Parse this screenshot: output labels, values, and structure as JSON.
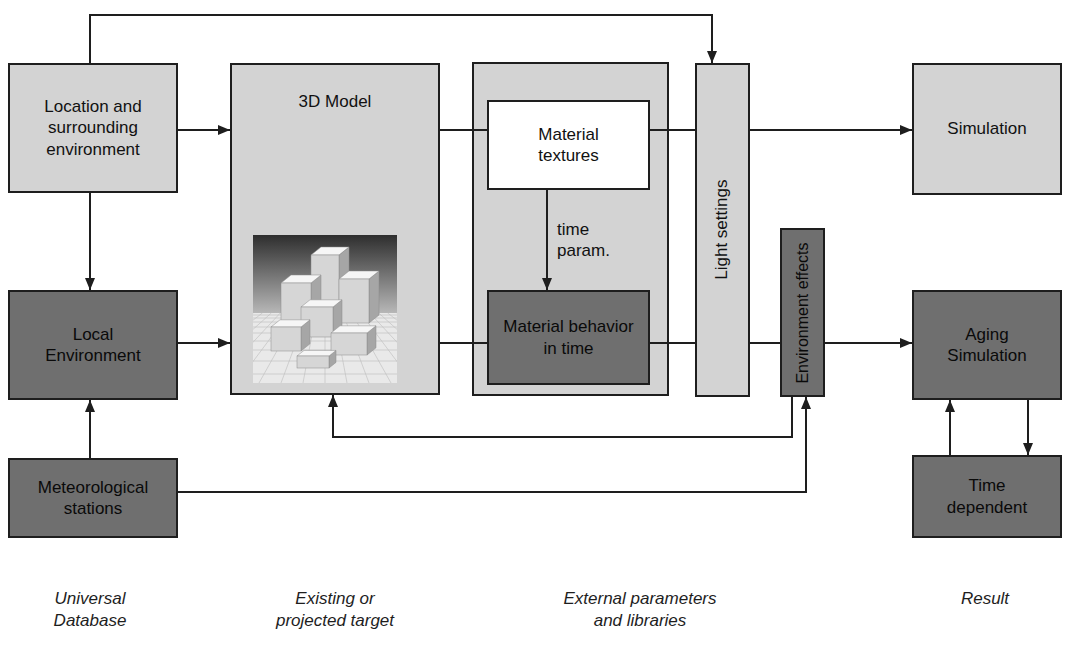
{
  "diagram": {
    "nodes": [
      {
        "text": [
          "Location and surrounding environment"
        ]
      },
      {
        "text": [
          "Local Environment"
        ]
      },
      {
        "text": [
          "Meteorological stations"
        ]
      },
      {
        "text": [
          "3D Model"
        ]
      },
      {
        "text": [
          "Material textures"
        ]
      },
      {
        "text": [
          "Material behavior in time"
        ]
      },
      {
        "text": [
          "Light settings"
        ]
      },
      {
        "text": [
          "Environment effects"
        ]
      },
      {
        "text": [
          "Simulation"
        ]
      },
      {
        "text": [
          "Aging Simulation"
        ]
      },
      {
        "text": [
          "Time dependent"
        ]
      }
    ],
    "edges": [
      {
        "from": 0,
        "to": 6,
        "arrow": "to"
      },
      {
        "from": 0,
        "to": 3,
        "arrow": "to"
      },
      {
        "from": 0,
        "to": 1,
        "arrow": "to"
      },
      {
        "from": 2,
        "to": 1,
        "arrow": "to"
      },
      {
        "from": 1,
        "to": 3,
        "arrow": "to"
      },
      {
        "from": 3,
        "to": 4,
        "arrow": "none"
      },
      {
        "from": 3,
        "to": 5,
        "arrow": "none"
      },
      {
        "from": 4,
        "to": 5,
        "label": "time param.",
        "arrow": "to"
      },
      {
        "from": 4,
        "to": 6,
        "arrow": "none"
      },
      {
        "from": 5,
        "to": 6,
        "arrow": "none"
      },
      {
        "from": 6,
        "to": 8,
        "arrow": "to"
      },
      {
        "from": 6,
        "to": 7,
        "arrow": "none"
      },
      {
        "from": 7,
        "to": 9,
        "arrow": "to"
      },
      {
        "from": 2,
        "to": 7,
        "arrow": "to"
      },
      {
        "from": 7,
        "to": 3,
        "arrow": "to"
      },
      {
        "from": 10,
        "to": 9,
        "arrow": "to"
      },
      {
        "from": 9,
        "to": 10,
        "arrow": "to"
      }
    ],
    "labels": [
      "Universal Database",
      "Existing or projected target",
      "External parameters and libraries",
      "Result"
    ]
  }
}
